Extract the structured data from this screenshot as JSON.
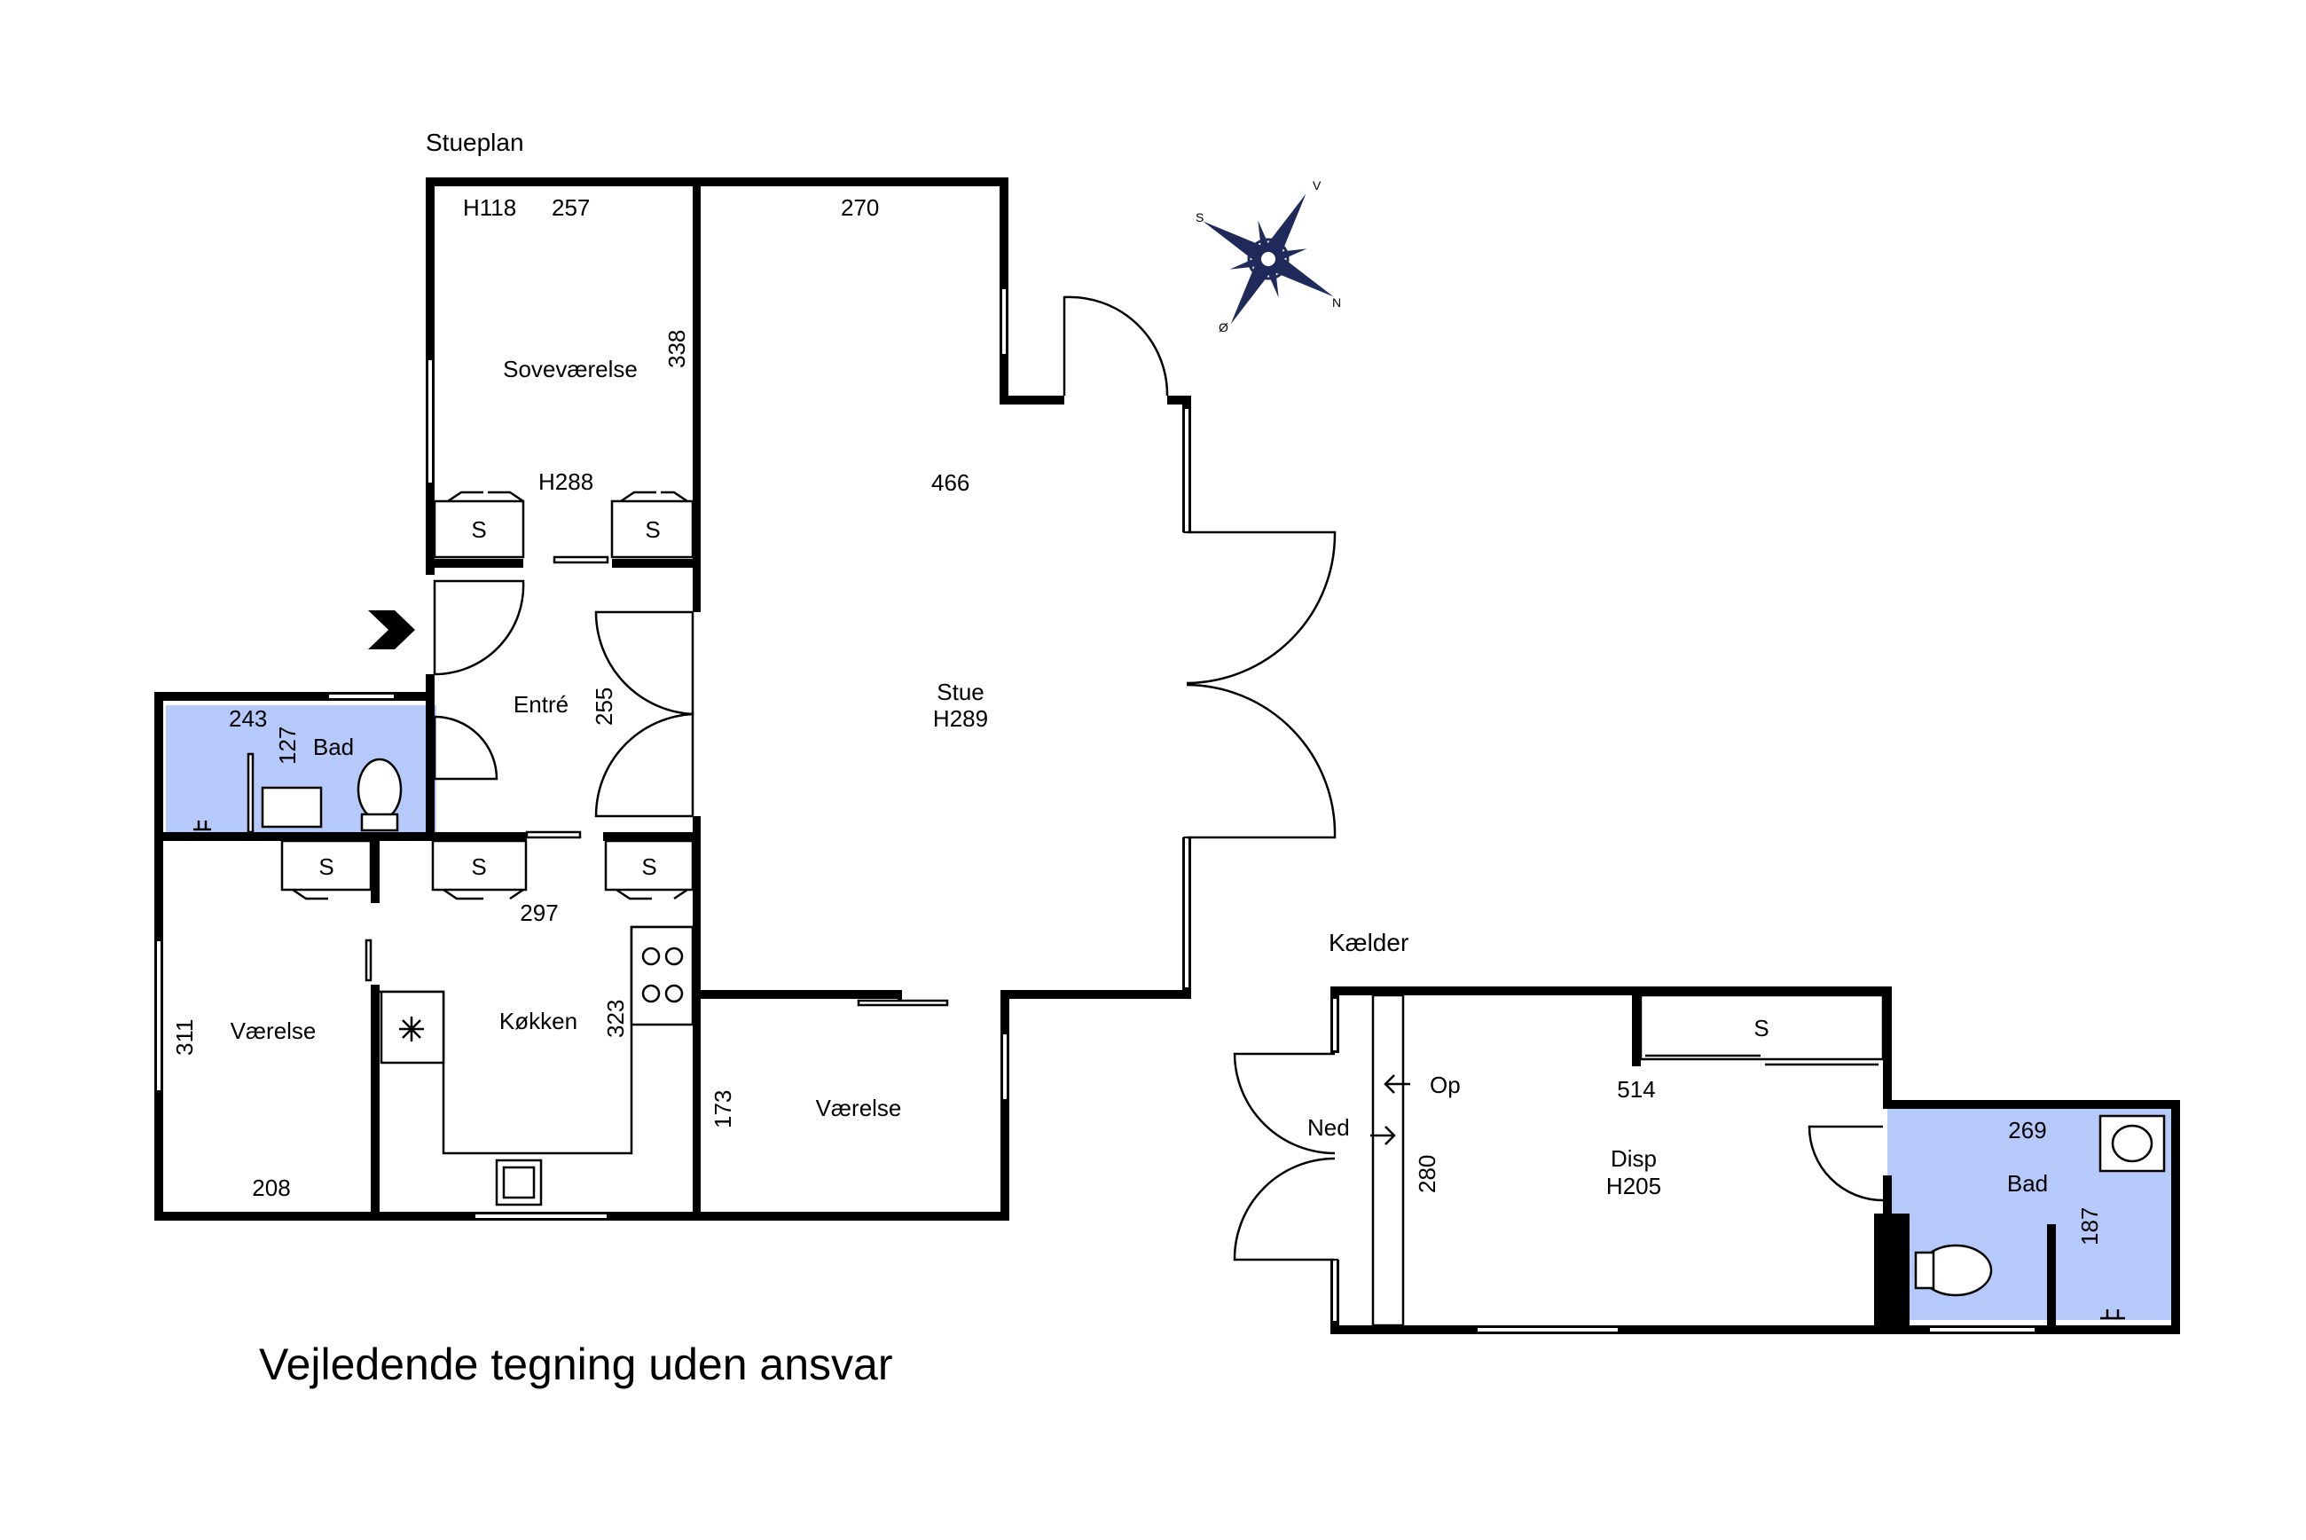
{
  "title": "Vejledende tegning uden ansvar",
  "floors": {
    "ground": {
      "label": "Stueplan",
      "rooms": {
        "sovevaerelse": {
          "name": "Soveværelse",
          "dims": [
            "257",
            "338"
          ],
          "heights": [
            "H118",
            "H288"
          ]
        },
        "stue": {
          "name": "Stue",
          "height": "H289",
          "dims": [
            "270",
            "466",
            "255"
          ]
        },
        "entre": {
          "name": "Entré"
        },
        "bad": {
          "name": "Bad",
          "dims": [
            "243",
            "127"
          ]
        },
        "vaerelse_left": {
          "name": "Værelse",
          "dims": [
            "311",
            "208"
          ]
        },
        "kokken": {
          "name": "Køkken",
          "dims": [
            "297",
            "323"
          ]
        },
        "vaerelse_right": {
          "name": "Værelse",
          "dims": [
            "173"
          ]
        }
      },
      "storage_label": "S"
    },
    "basement": {
      "label": "Kælder",
      "rooms": {
        "disp": {
          "name": "Disp",
          "height": "H205",
          "dims": [
            "514",
            "280"
          ]
        },
        "bad": {
          "name": "Bad",
          "dims": [
            "269",
            "187"
          ]
        }
      },
      "stairs": {
        "up": "Op",
        "down": "Ned"
      },
      "storage_label": "S"
    }
  },
  "compass": {
    "labels": [
      "S",
      "V",
      "N",
      "Ø"
    ]
  },
  "colors": {
    "wall": "#000000",
    "wet_room": "#b6c9fb",
    "compass": "#1f2a5a"
  }
}
